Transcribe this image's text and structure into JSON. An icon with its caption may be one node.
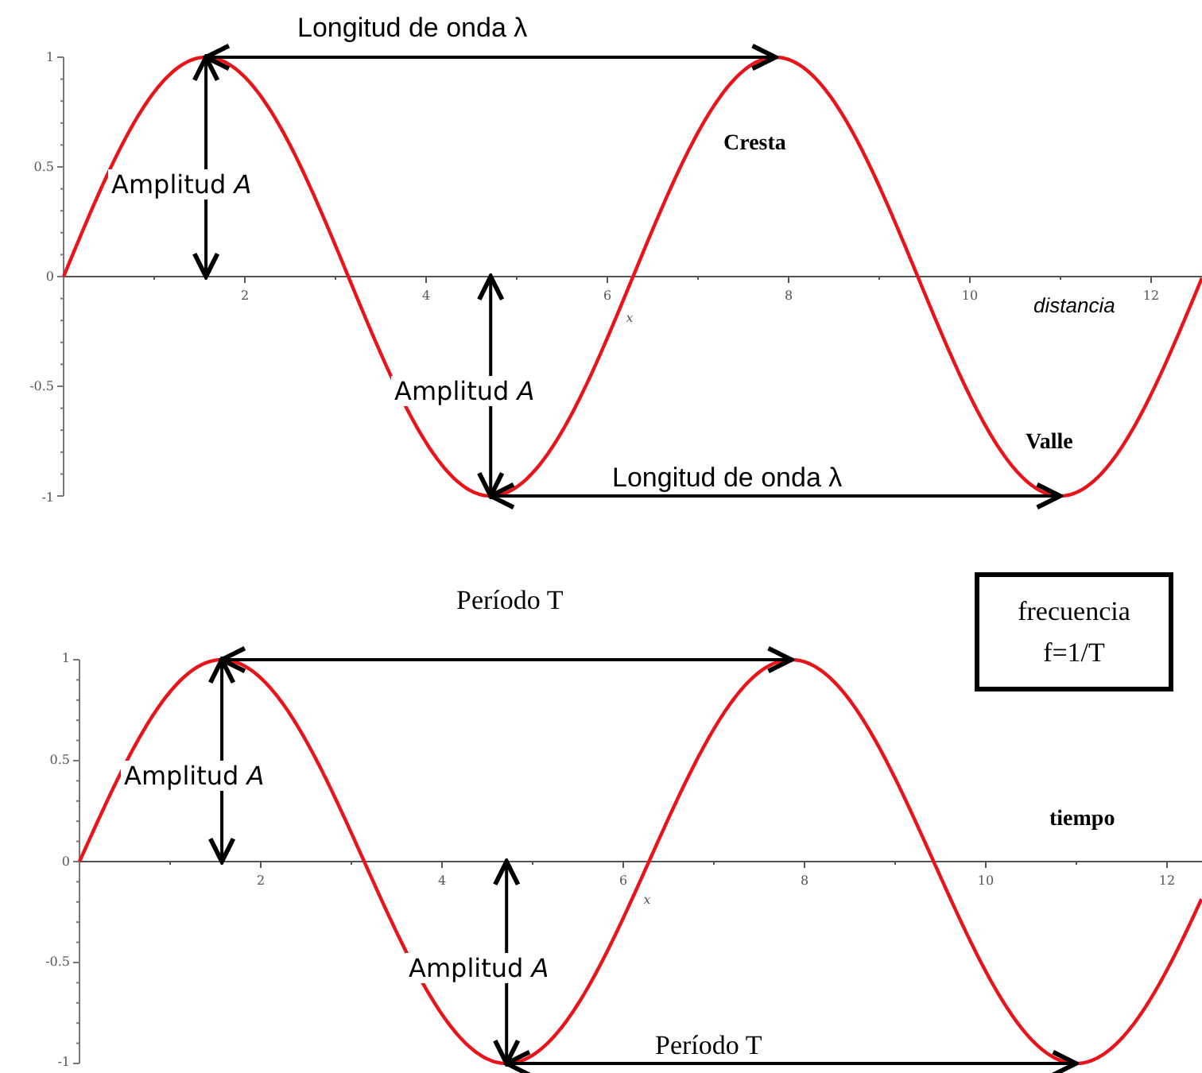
{
  "diagram": {
    "nodes": [
      {
        "text": [
          "frecuencia f=1/T"
        ]
      }
    ],
    "edges": [],
    "labels": [
      "Longitud de onda  λ",
      "1",
      "Amplitud  *A*",
      "Cresta",
      "0.5",
      "0",
      "2",
      "4",
      "6",
      "8",
      "10",
      "12",
      "x",
      "distancia",
      "-0.5",
      "Amplitud  *A*",
      "Valle",
      "Longitud de onda  λ",
      "-1",
      "Período T",
      "1",
      "Amplitud  *A*",
      "0.5",
      "tiempo",
      "0",
      "2",
      "4",
      "6",
      "8",
      "10",
      "12",
      "x",
      "-0.5",
      "Amplitud  *A*",
      "-1",
      "Período T"
    ]
  }
}
